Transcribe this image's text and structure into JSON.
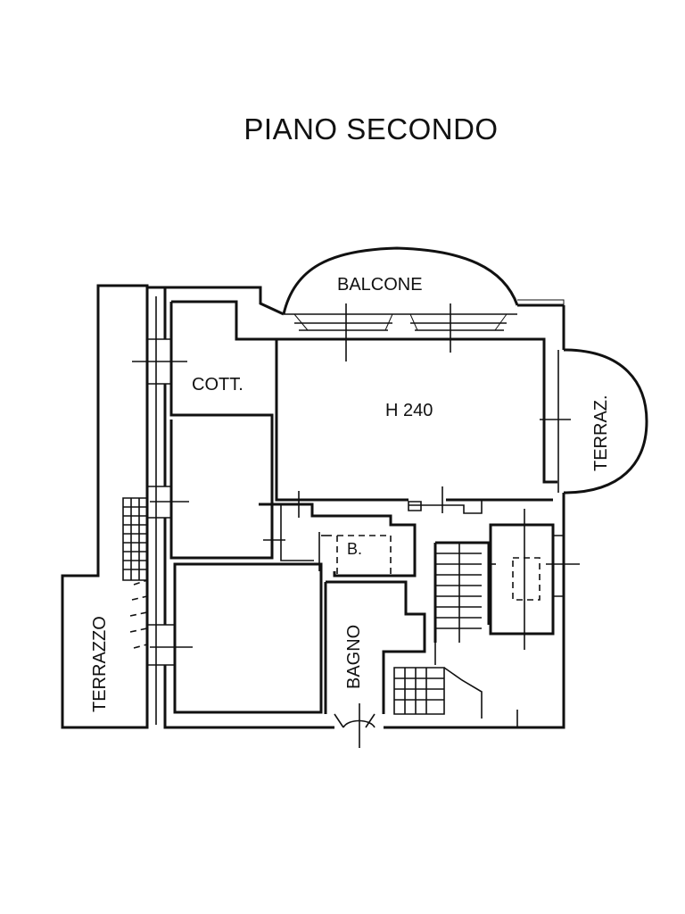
{
  "title": "PIANO SECONDO",
  "rooms": {
    "balcone": "BALCONE",
    "cott": "COTT.",
    "h240": "H 240",
    "terraz": "TERRAZ.",
    "b": "B.",
    "bagno": "BAGNO",
    "terrazzo": "TERRAZZO"
  }
}
